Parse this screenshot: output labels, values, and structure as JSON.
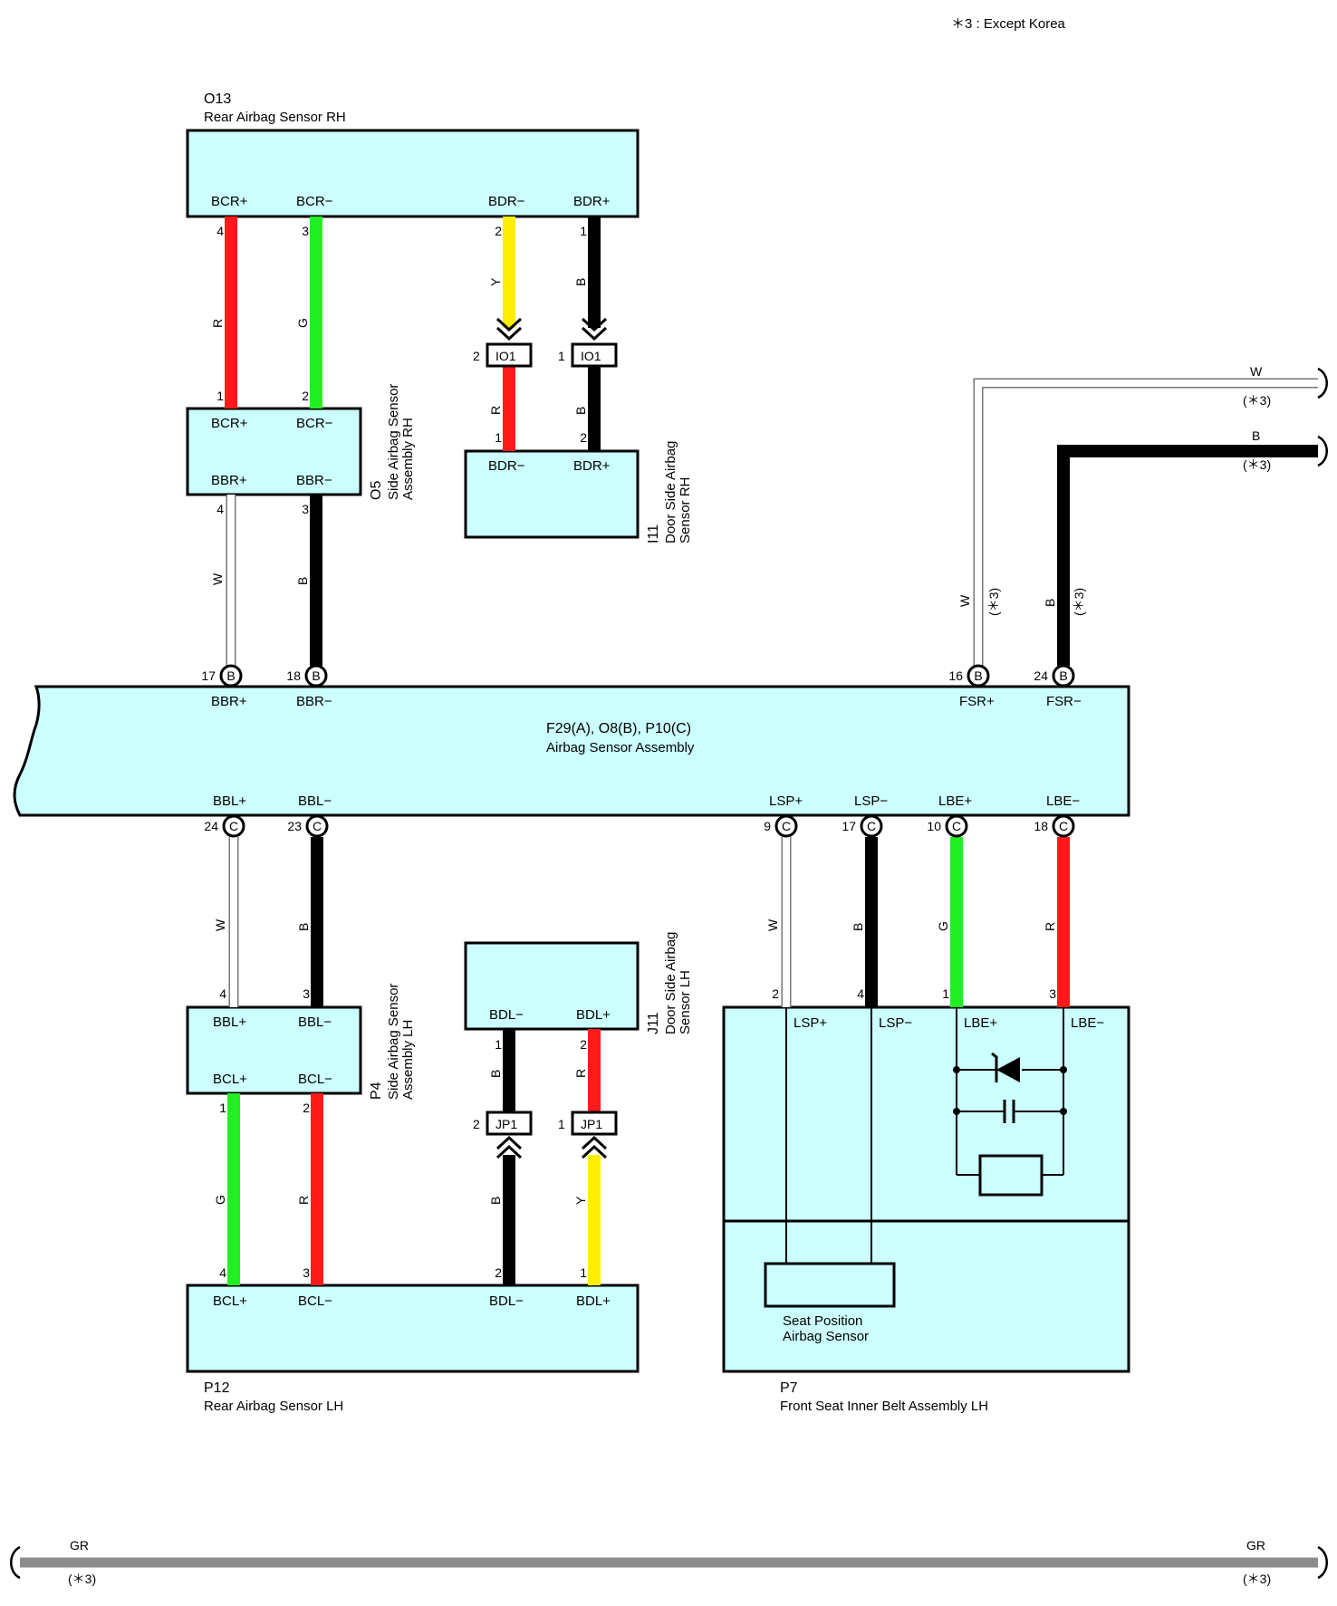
{
  "note": "＊3 : Except Korea",
  "colors": {
    "box_fill": "#ccffff",
    "red": "#ff1a1a",
    "green": "#22ee22",
    "yellow": "#ffee00",
    "black": "#000000",
    "white_wire_stroke": "#888888",
    "gray_wire": "#8c8c8c"
  },
  "components": {
    "o13": {
      "code": "O13",
      "name": "Rear Airbag Sensor RH",
      "pins": [
        "BCR+",
        "BCR−",
        "BDR−",
        "BDR+"
      ]
    },
    "o5": {
      "code": "O5",
      "name_line1": "Side Airbag Sensor",
      "name_line2": "Assembly RH",
      "pins": [
        "BCR+",
        "BCR−",
        "BBR+",
        "BBR−"
      ]
    },
    "i11": {
      "code": "I11",
      "name_line1": "Door Side Airbag",
      "name_line2": "Sensor RH",
      "pins": [
        "BDR−",
        "BDR+"
      ]
    },
    "main": {
      "code": "F29(A), O8(B), P10(C)",
      "name": "Airbag Sensor Assembly",
      "top_pins": [
        "BBR+",
        "BBR−",
        "FSR+",
        "FSR−"
      ],
      "bottom_pins": [
        "BBL+",
        "BBL−",
        "LSP+",
        "LSP−",
        "LBE+",
        "LBE−"
      ]
    },
    "p4": {
      "code": "P4",
      "name_line1": "Side Airbag Sensor",
      "name_line2": "Assembly LH",
      "pins": [
        "BBL+",
        "BBL−",
        "BCL+",
        "BCL−"
      ]
    },
    "j11": {
      "code": "J11",
      "name_line1": "Door Side Airbag",
      "name_line2": "Sensor LH",
      "pins": [
        "BDL−",
        "BDL+"
      ]
    },
    "p12": {
      "code": "P12",
      "name": "Rear Airbag Sensor LH",
      "pins": [
        "BCL+",
        "BCL−",
        "BDL−",
        "BDL+"
      ]
    },
    "p7": {
      "code": "P7",
      "name": "Front Seat Inner Belt Assembly LH",
      "pins": [
        "LSP+",
        "LSP−",
        "LBE+",
        "LBE−"
      ],
      "sub_line1": "Seat Position",
      "sub_line2": "Airbag Sensor"
    }
  },
  "connectors": {
    "io1": "IO1",
    "jp1": "JP1",
    "io1_pins": [
      "2",
      "1"
    ],
    "jp1_pins": [
      "2",
      "1"
    ]
  },
  "main_terminals_top": [
    {
      "num": "17",
      "letter": "B"
    },
    {
      "num": "18",
      "letter": "B"
    },
    {
      "num": "16",
      "letter": "B"
    },
    {
      "num": "24",
      "letter": "B"
    }
  ],
  "main_terminals_bottom": [
    {
      "num": "24",
      "letter": "C"
    },
    {
      "num": "23",
      "letter": "C"
    },
    {
      "num": "9",
      "letter": "C"
    },
    {
      "num": "17",
      "letter": "C"
    },
    {
      "num": "10",
      "letter": "C"
    },
    {
      "num": "18",
      "letter": "C"
    }
  ],
  "wire_labels": {
    "o13_o5": [
      "R",
      "G"
    ],
    "o13_io1": [
      "Y",
      "B"
    ],
    "io1_i11": [
      "R",
      "B"
    ],
    "o5_main": [
      "W",
      "B"
    ],
    "main_p4": [
      "W",
      "B"
    ],
    "p4_p12": [
      "G",
      "R"
    ],
    "j11_jp1": [
      "B",
      "R"
    ],
    "jp1_p12": [
      "B",
      "Y"
    ],
    "main_p7": [
      "W",
      "B",
      "G",
      "R"
    ],
    "fsr": [
      "W",
      "B"
    ]
  },
  "pin_numbers": {
    "o13_bottom": [
      "4",
      "3",
      "2",
      "1"
    ],
    "o5_top": [
      "1",
      "2"
    ],
    "o5_bottom": [
      "4",
      "3"
    ],
    "i11_top": [
      "1",
      "2"
    ],
    "p4_top": [
      "4",
      "3"
    ],
    "p4_bottom": [
      "1",
      "2"
    ],
    "j11_bottom": [
      "1",
      "2"
    ],
    "p12_top": [
      "4",
      "3",
      "2",
      "1"
    ],
    "p7_top": [
      "2",
      "4",
      "1",
      "3"
    ]
  },
  "marks": {
    "except": "(＊3)"
  },
  "right_wires": [
    {
      "color_code": "W",
      "mark": "(＊3)"
    },
    {
      "color_code": "B",
      "mark": "(＊3)"
    }
  ],
  "bottom_wire": {
    "color_code_left": "GR",
    "color_code_right": "GR",
    "mark_left": "(＊3)",
    "mark_right": "(＊3)"
  }
}
